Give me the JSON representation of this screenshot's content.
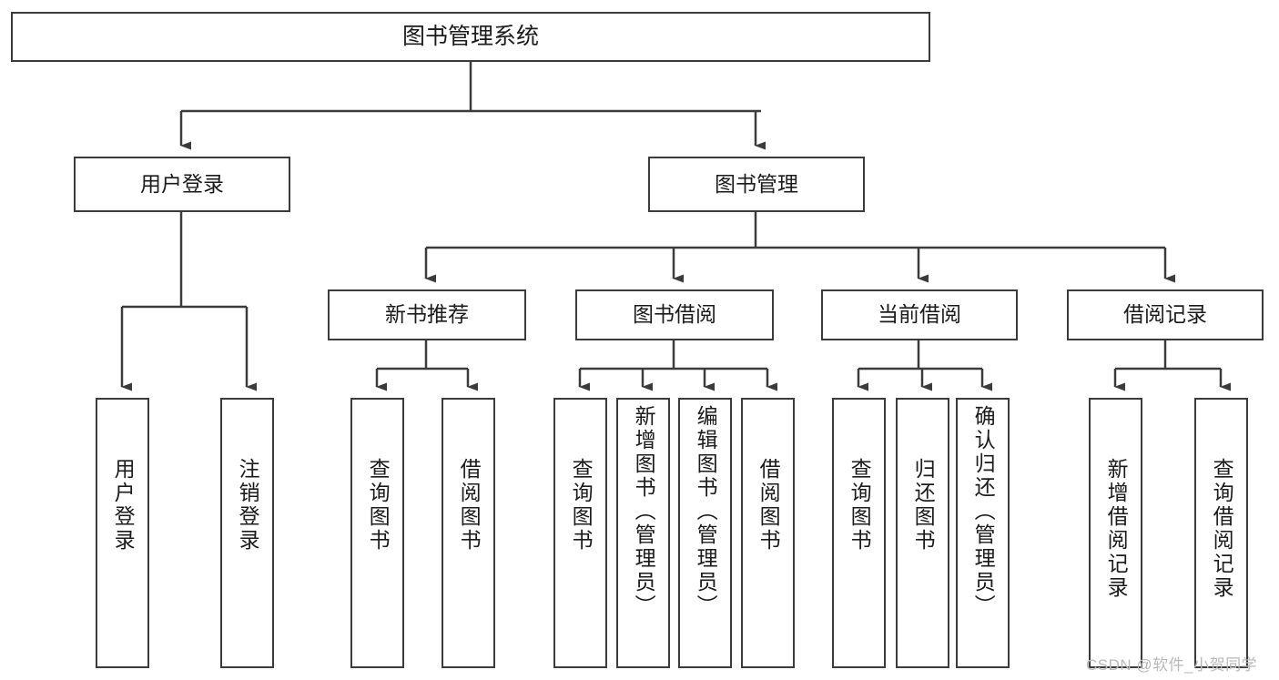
{
  "diagram": {
    "title": "图书管理系统",
    "type": "tree-hierarchy-chart",
    "colors": {
      "box_border": "#3b3b3b",
      "box_fill": "#ffffff",
      "connector": "#3b3b3b",
      "text": "#1b1b1b",
      "watermark": "#b9b9b9",
      "background": "#ffffff"
    },
    "root": {
      "label": "图书管理系统"
    },
    "level2": [
      {
        "label": "用户登录"
      },
      {
        "label": "图书管理"
      }
    ],
    "level3": [
      {
        "label": "新书推荐"
      },
      {
        "label": "图书借阅"
      },
      {
        "label": "当前借阅"
      },
      {
        "label": "借阅记录"
      }
    ],
    "leaves": {
      "user_login": [
        {
          "label": "用户登录"
        },
        {
          "label": "注销登录"
        }
      ],
      "new_book_recommend": [
        {
          "label": "查询图书"
        },
        {
          "label": "借阅图书"
        }
      ],
      "book_borrow": [
        {
          "label": "查询图书"
        },
        {
          "label": "新增图书（管理员）"
        },
        {
          "label": "编辑图书（管理员）"
        },
        {
          "label": "借阅图书"
        }
      ],
      "current_borrow": [
        {
          "label": "查询图书"
        },
        {
          "label": "归还图书"
        },
        {
          "label": "确认归还（管理员）"
        }
      ],
      "borrow_record": [
        {
          "label": "新增借阅记录"
        },
        {
          "label": "查询借阅记录"
        }
      ]
    },
    "watermark": "CSDN @软件_小贺同学"
  }
}
